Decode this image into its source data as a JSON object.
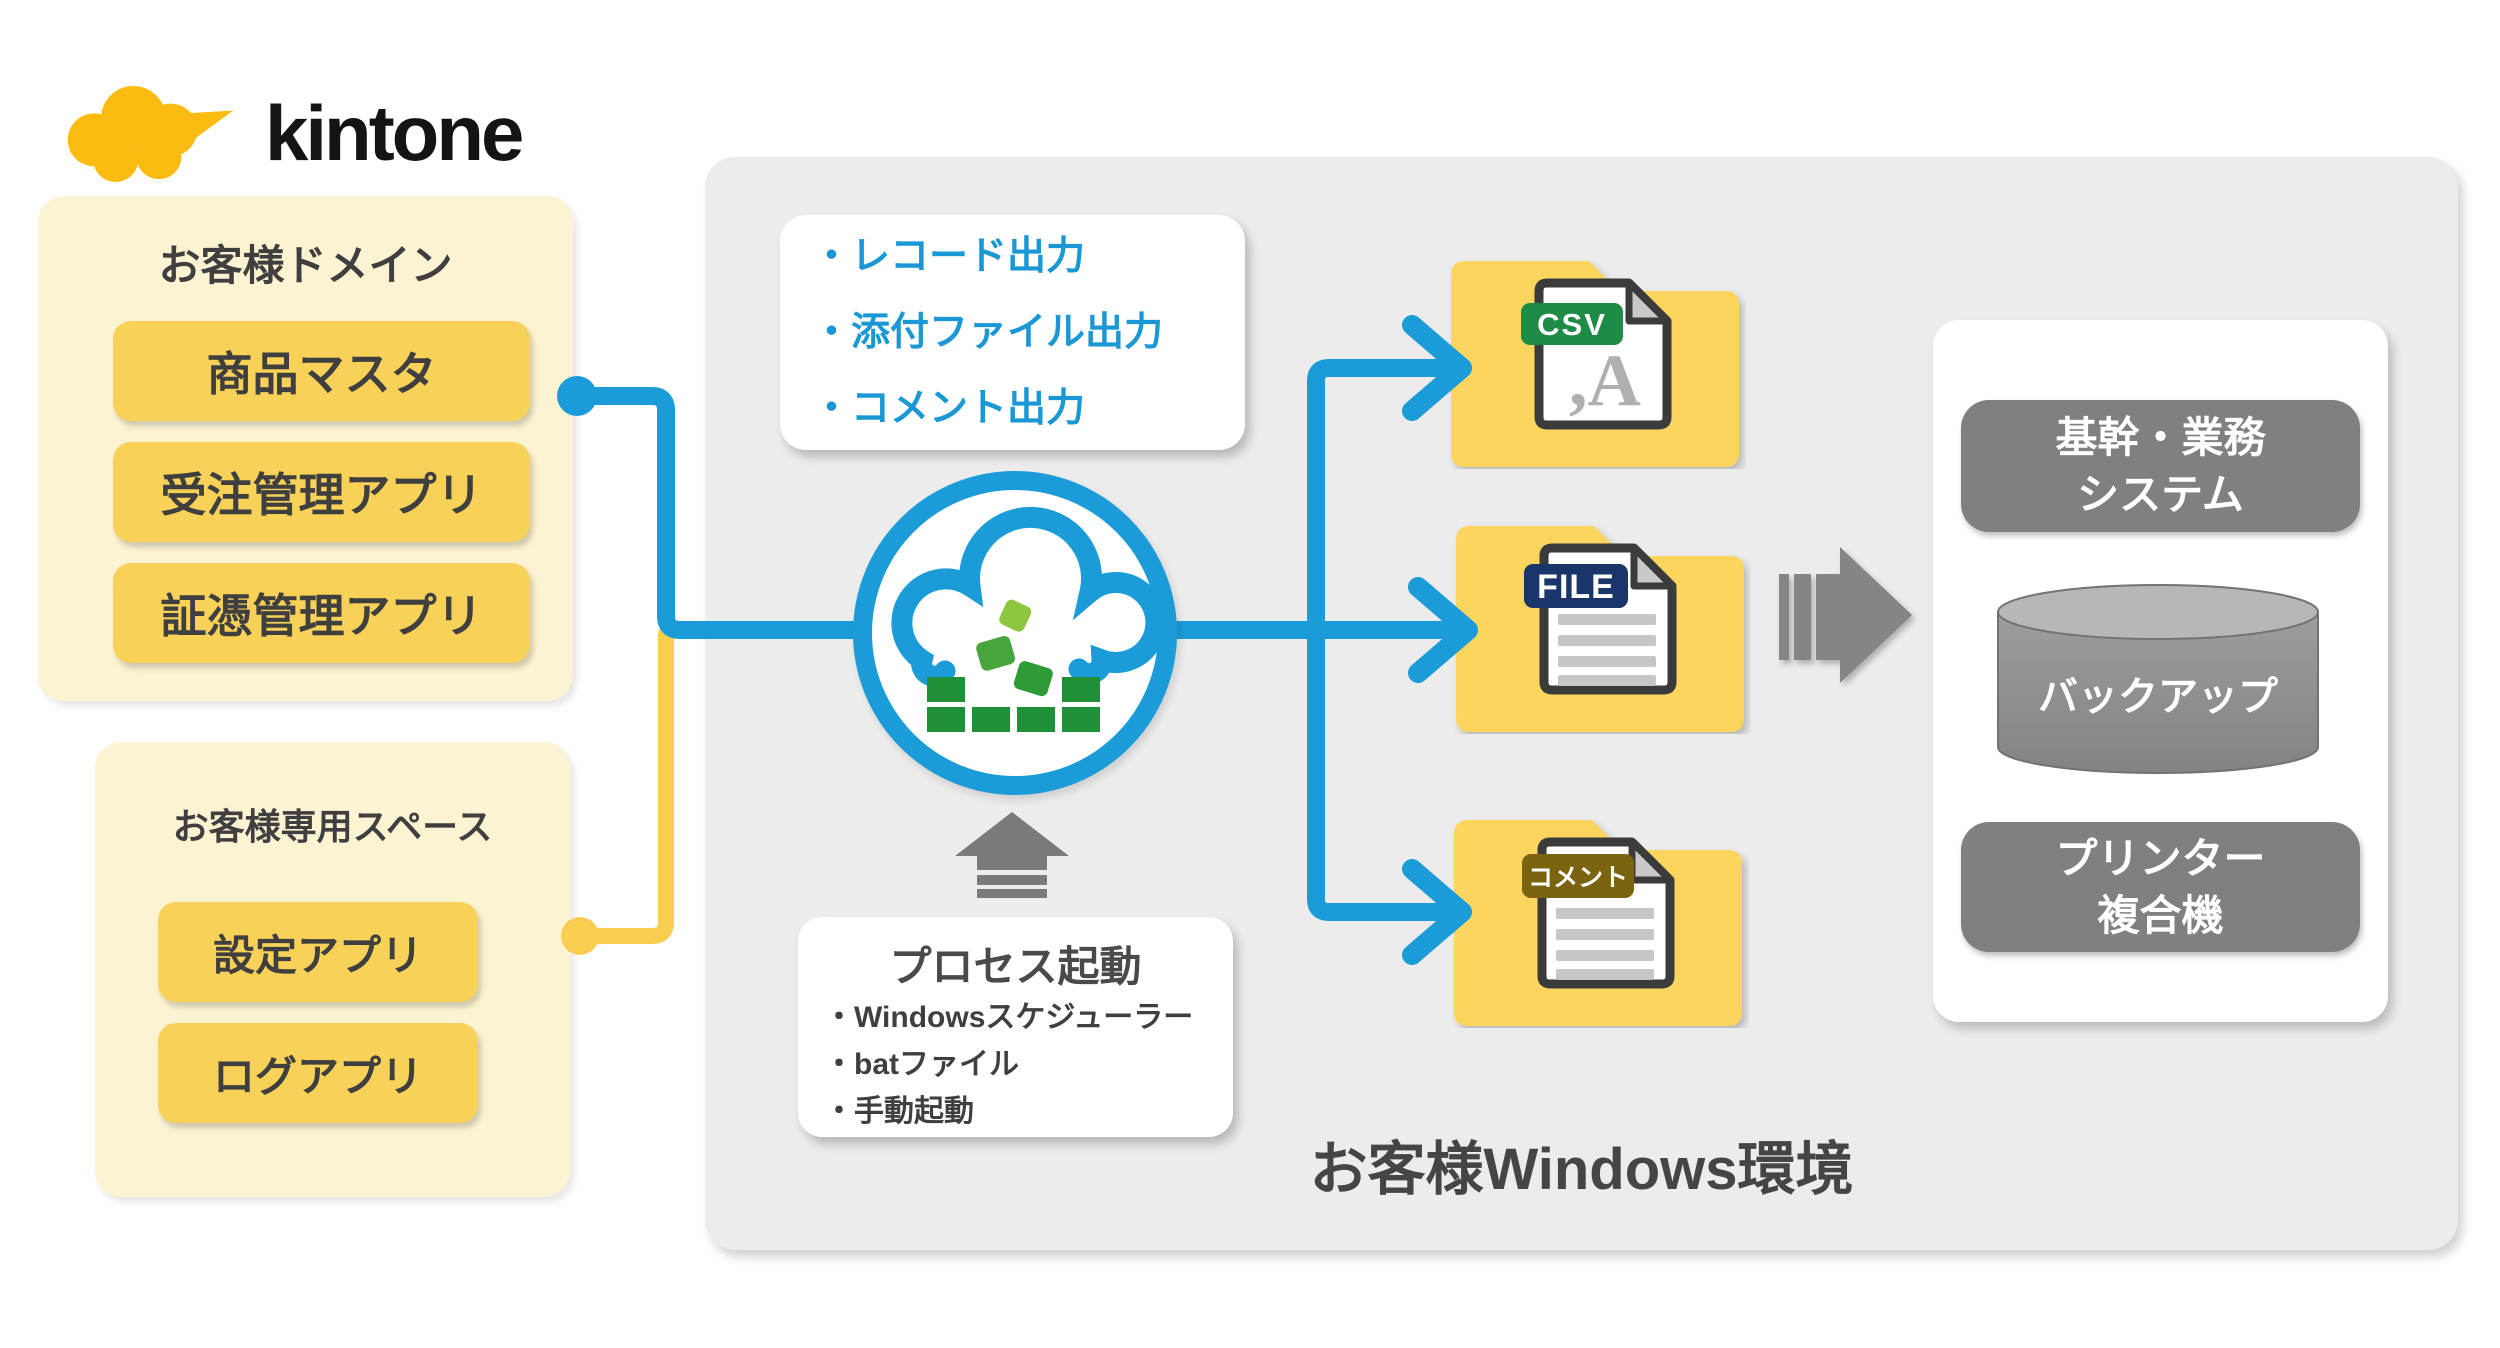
{
  "logo": {
    "brand": "kintone"
  },
  "panels": {
    "domain": {
      "title": "お客様ドメイン",
      "apps": [
        "商品マスタ",
        "受注管理アプリ",
        "証憑管理アプリ"
      ]
    },
    "space": {
      "title": "お客様専用スペース",
      "apps": [
        "設定アプリ",
        "ログアプリ"
      ]
    }
  },
  "outputs": {
    "items": [
      "・レコード出力",
      "・添付ファイル出力",
      "・コメント出力"
    ]
  },
  "process": {
    "title": "プロセス起動",
    "items": [
      "・Windowsスケジューラー",
      "・batファイル",
      "・手動起動"
    ]
  },
  "folders": {
    "csv_badge": "CSV",
    "csv_symbol": ",A",
    "file_badge": "FILE",
    "comment_badge": "コメント"
  },
  "right": {
    "system": [
      "基幹・業務",
      "システム"
    ],
    "backup": "バックアップ",
    "printer": [
      "プリンター",
      "複合機"
    ]
  },
  "environment": {
    "label": "お客様Windows環境"
  },
  "colors": {
    "blue": "#1b9cd8",
    "yellow_folder": "#fbd55e",
    "yellow_button": "#f8d158",
    "light_yellow": "#fcf3d2",
    "grey_panel": "#ececec",
    "dark_grey_box": "#808080",
    "csv_green": "#1e8c44",
    "file_navy": "#1a3569",
    "comment_olive": "#7b6410"
  }
}
